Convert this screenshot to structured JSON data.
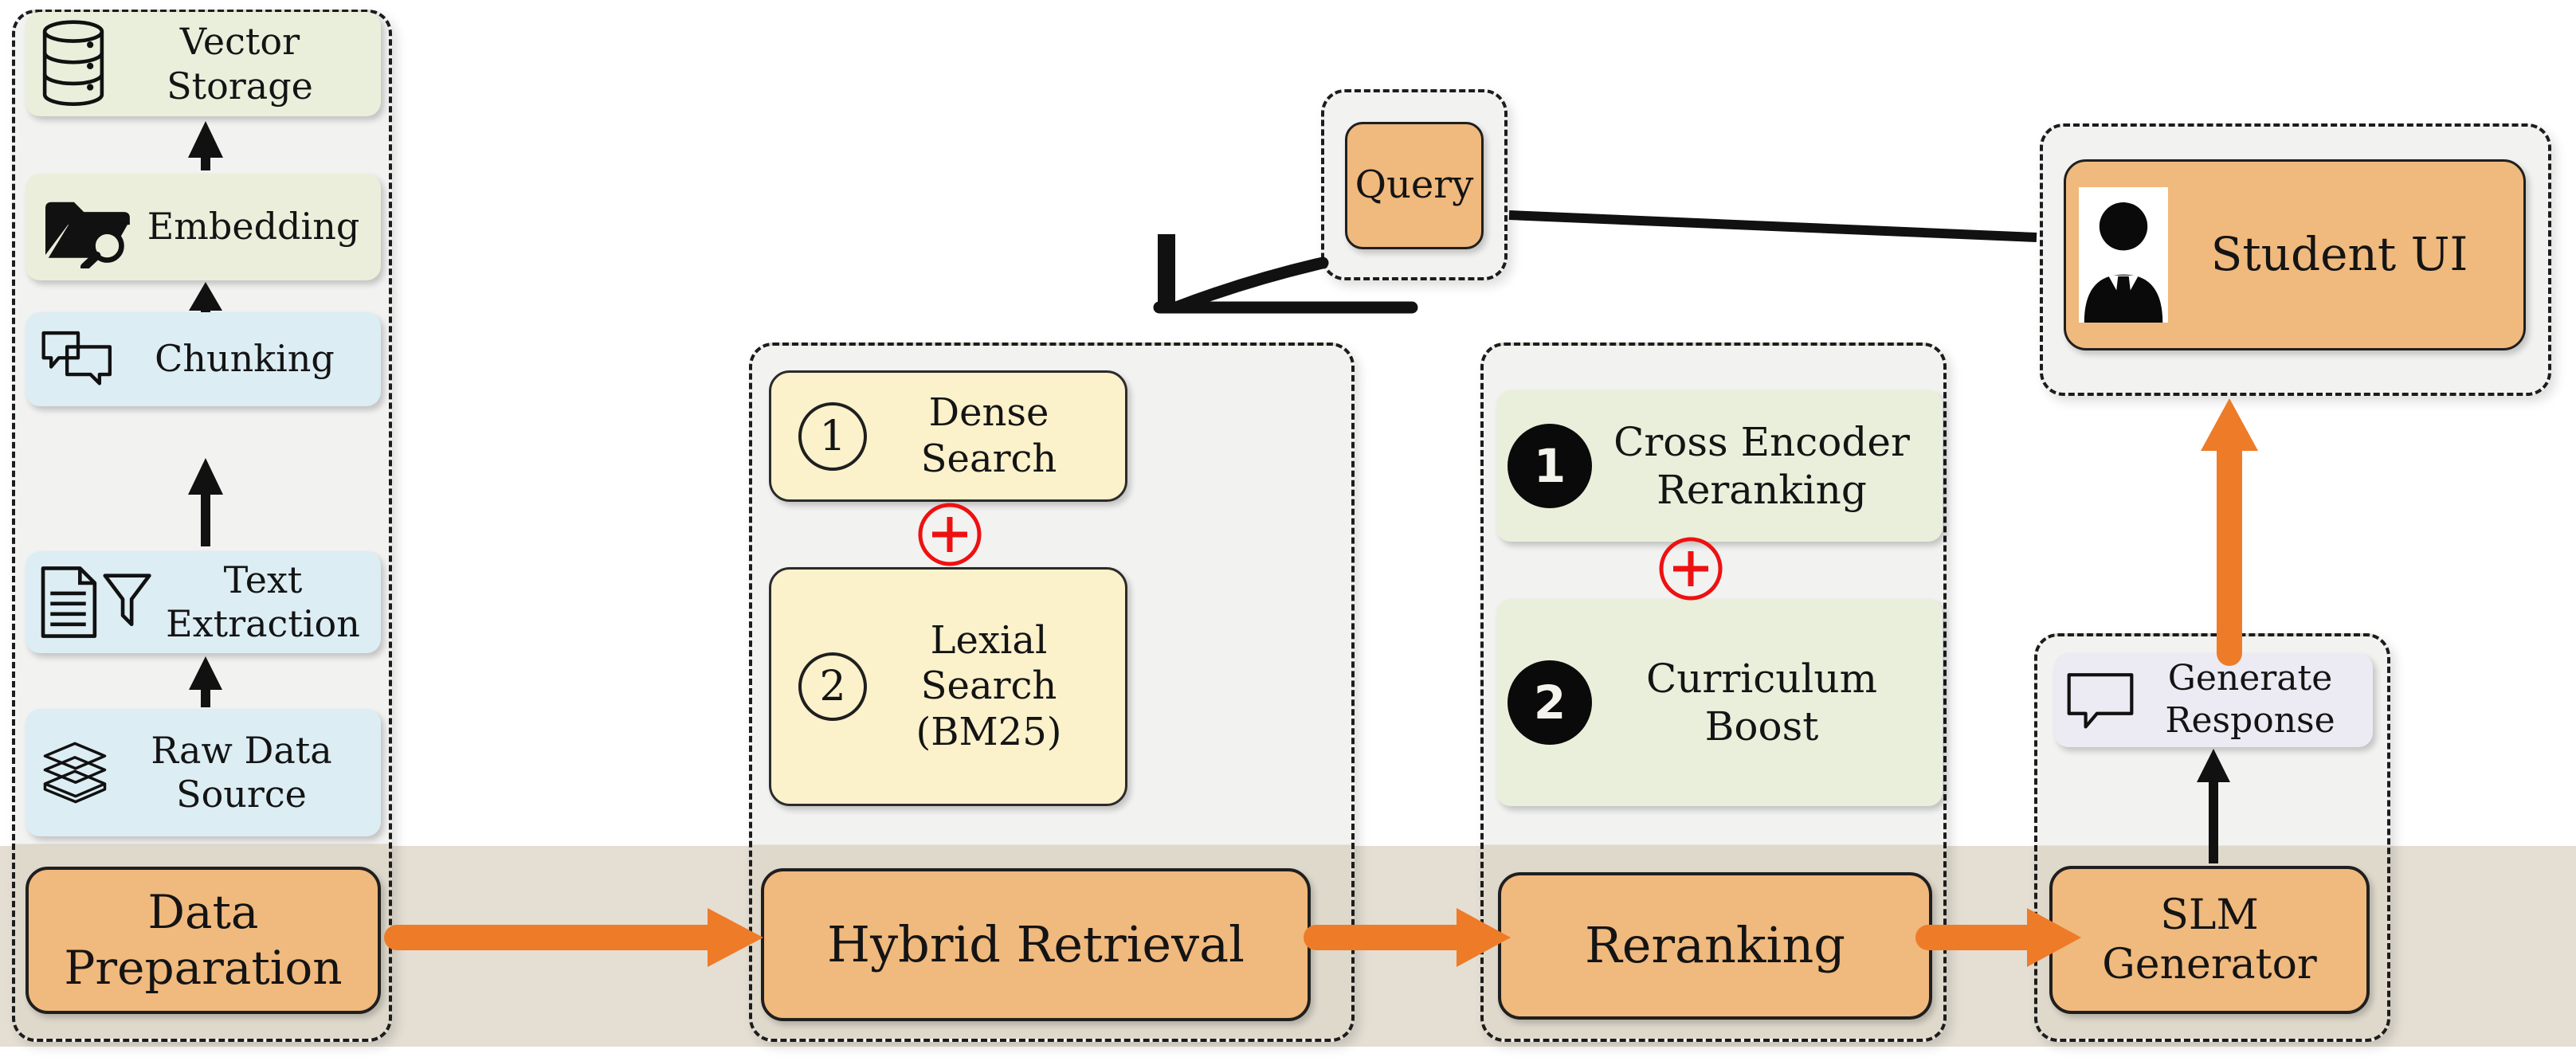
{
  "colors": {
    "flow_arrow_orange": "#ee7b28",
    "stage_box_orange": "#f0b97d",
    "search_box_cream": "#fbf1cb",
    "rerank_box_green": "#e9efdb",
    "prep_box_blue": "#dcedf4",
    "response_box_lavender": "#eceaf2",
    "band_tan": "#e4ded3",
    "panel_gray": "#f2f2f1",
    "fusion_plus_red": "#ee1111",
    "ink": "#141414"
  },
  "data_preparation": {
    "stage_label": "Data\nPreparation",
    "steps": [
      {
        "label": "Raw Data\nSource",
        "icon": "books-stack-icon"
      },
      {
        "label": "Text\nExtraction",
        "icon": "document-funnel-icon"
      },
      {
        "label": "Chunking",
        "icon": "chat-bubbles-icon"
      },
      {
        "label": "Embedding",
        "icon": "folder-search-icon"
      },
      {
        "label": "Vector\nStorage",
        "icon": "database-icon"
      }
    ]
  },
  "hybrid_retrieval": {
    "stage_label": "Hybrid Retrieval",
    "fusion_symbol": "+",
    "items": [
      {
        "number": "1",
        "label": "Dense Search"
      },
      {
        "number": "2",
        "label": "Lexial Search\n(BM25)"
      }
    ]
  },
  "reranking": {
    "stage_label": "Reranking",
    "fusion_symbol": "+",
    "items": [
      {
        "number": "1",
        "label": "Cross Encoder\nReranking"
      },
      {
        "number": "2",
        "label": "Curriculum\nBoost"
      }
    ]
  },
  "slm_generator": {
    "stage_label": "SLM Generator",
    "response_label": "Generate\nResponse",
    "response_icon": "speech-bubble-icon"
  },
  "query": {
    "label": "Query"
  },
  "student_ui": {
    "label": "Student UI",
    "icon": "person-icon"
  }
}
